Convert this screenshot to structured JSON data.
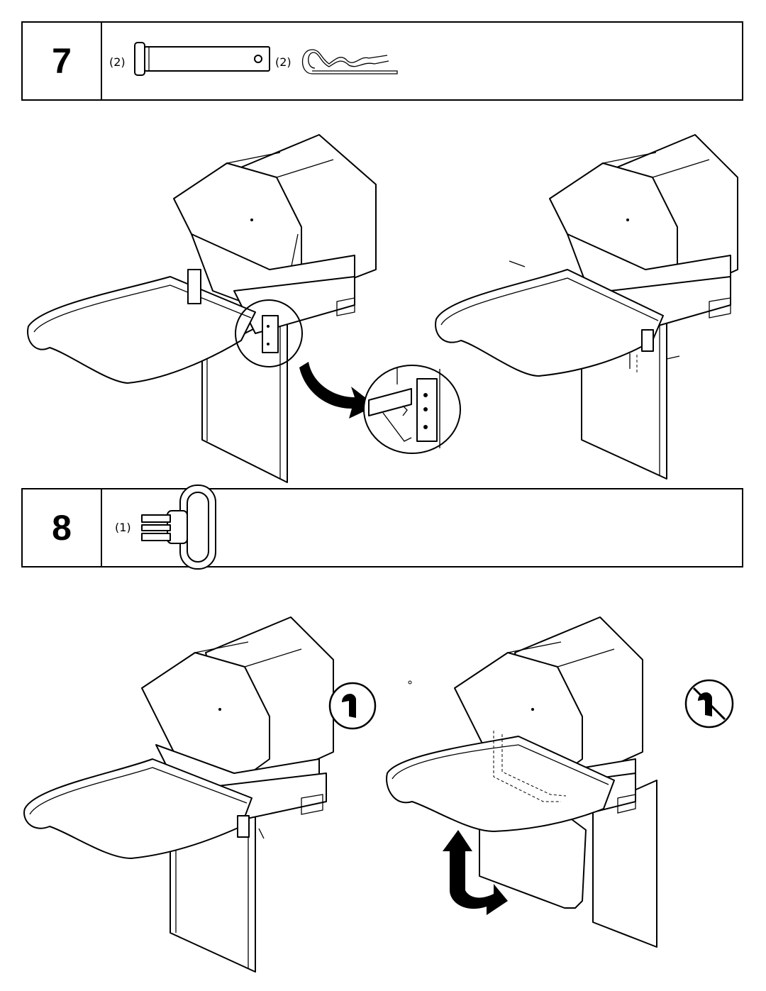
{
  "steps": [
    {
      "number": "7",
      "parts": [
        {
          "qty": "(2)",
          "icon": "clevis-pin-icon"
        },
        {
          "qty": "(2)",
          "icon": "hair-pin-clip-icon"
        }
      ]
    },
    {
      "number": "8",
      "parts": [
        {
          "qty": "(1)",
          "icon": "quick-release-pin-icon"
        }
      ]
    }
  ],
  "illustrations": [
    "grill-cart-side-shelf-attach-icon",
    "hinge-bracket-detail-icon",
    "grill-cart-pins-inserted-icon",
    "grill-cart-shelf-up-locked-icon",
    "grill-cart-shelf-folded-icon",
    "pin-locked-symbol-icon",
    "pin-removed-symbol-icon"
  ]
}
